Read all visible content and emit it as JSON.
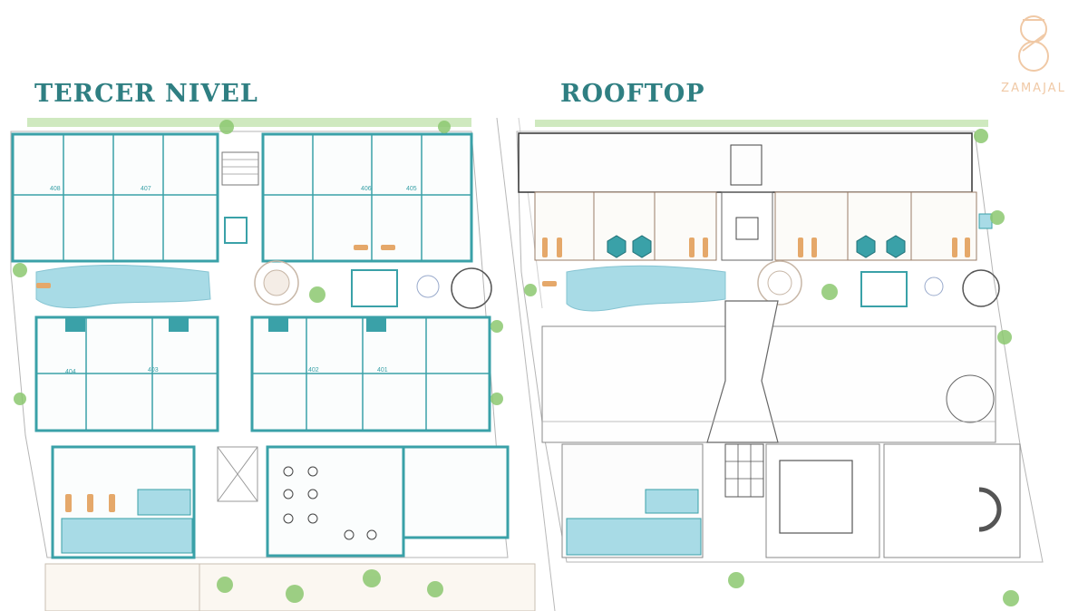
{
  "headings": {
    "left": "TERCER NIVEL",
    "right": "ROOFTOP"
  },
  "brand": {
    "name": "ZAMAJAL",
    "color": "#f0c9a6"
  },
  "units": [
    {
      "label": "408"
    },
    {
      "label": "407"
    },
    {
      "label": "406"
    },
    {
      "label": "405"
    },
    {
      "label": "404"
    },
    {
      "label": "403"
    },
    {
      "label": "402"
    },
    {
      "label": "401"
    }
  ],
  "colors": {
    "wall": "#3aa1a8",
    "pool": "#a8dbe6",
    "vegetation": "#8cc870",
    "lounger": "#e5a86a",
    "heading": "#2f7f82",
    "line": "#9a9a9a"
  }
}
